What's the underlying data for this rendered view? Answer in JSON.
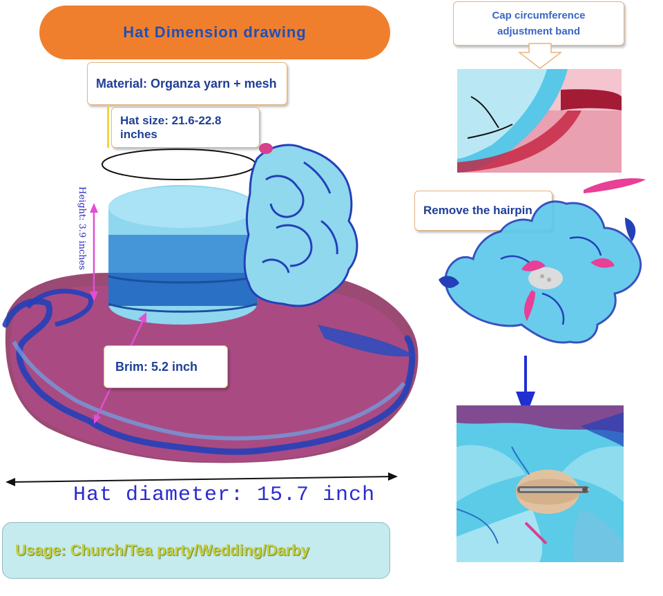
{
  "title": "Hat Dimension  drawing",
  "material_label": "Material: Organza yarn + mesh",
  "hat_size_label": "Hat size: 21.6-22.8 inches",
  "height_label": "Height: 3.9 inches",
  "brim_label": "Brim: 5.2 inch",
  "diameter_label": "Hat diameter: 15.7 inch",
  "usage_label": "Usage: Church/Tea party/Wedding/Darby",
  "cap_callout": {
    "line1": "Cap circumference",
    "line2": "adjustment band"
  },
  "remove_label": "Remove the hairpin",
  "colors": {
    "title_pill": "#f07f2d",
    "title_text": "#1f4fb6",
    "label_text": "#1f3e96",
    "usage_bg": "#c6ebee",
    "usage_text": "#c7cf3b",
    "arrow_pink": "#e24fd6",
    "arrow_blue": "#1f2fd0"
  }
}
